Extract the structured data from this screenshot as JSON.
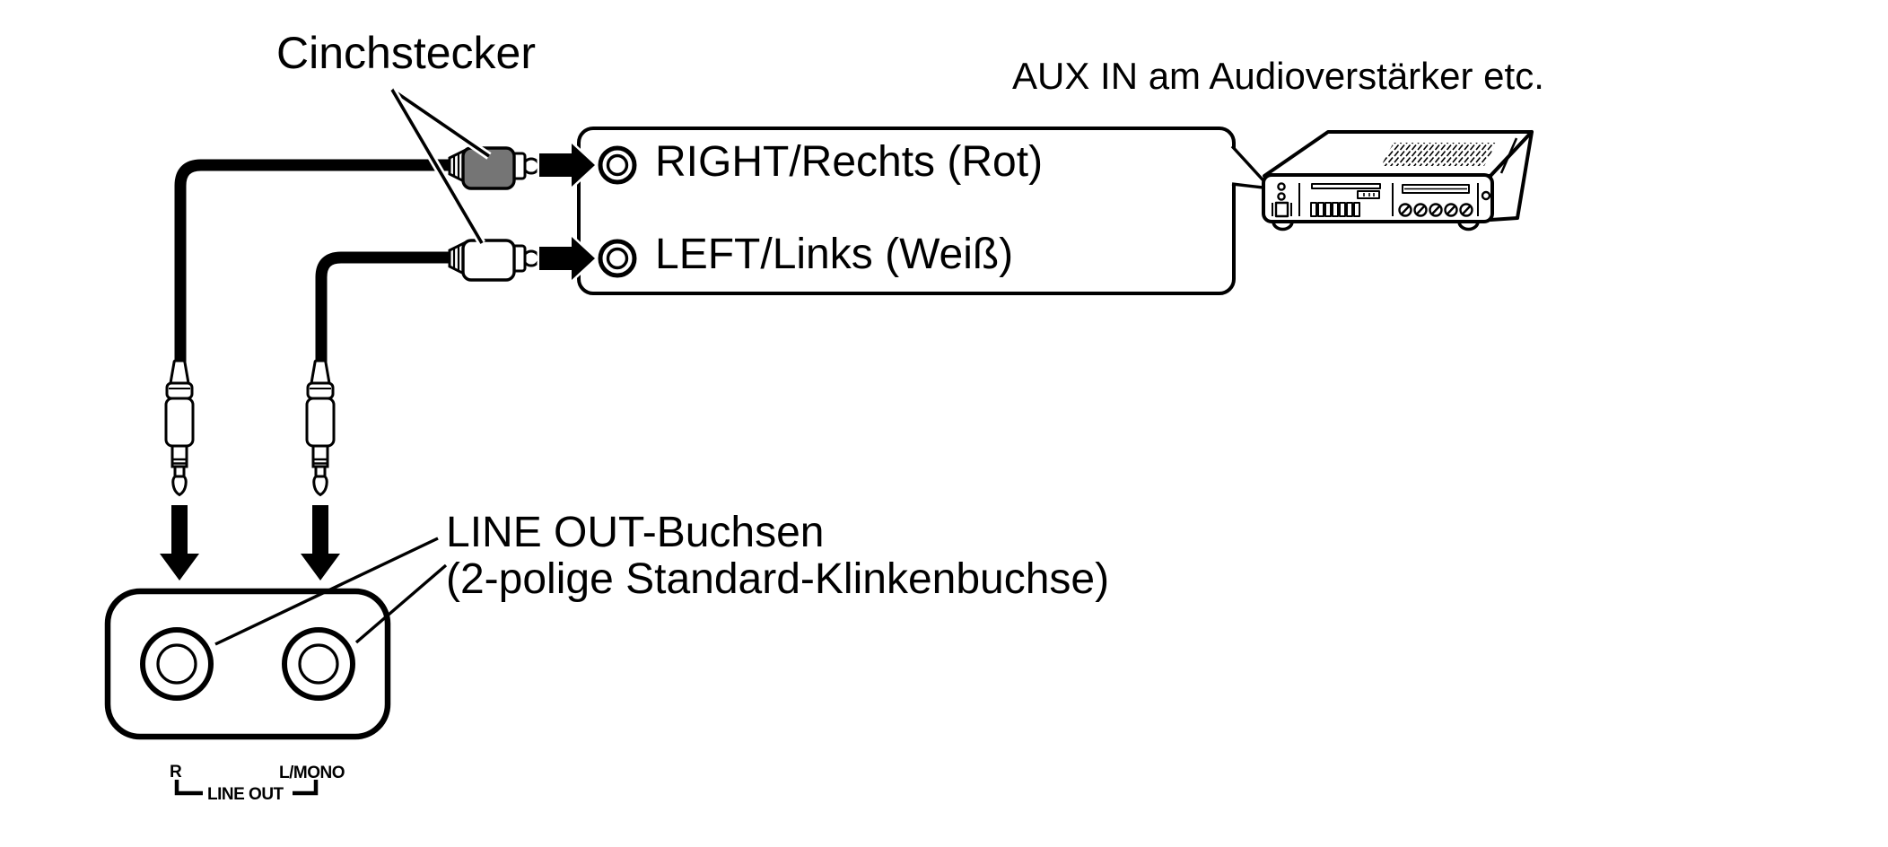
{
  "diagram": {
    "title": "AUX IN am Audioverstärker etc.",
    "colors": {
      "background": "#ffffff",
      "ink": "#000000",
      "rca_red_plug_gray": "#757575"
    },
    "labels": {
      "cinch": "Cinchstecker",
      "right_jack": "RIGHT/Rechts (Rot)",
      "left_jack": "LEFT/Links (Weiß)",
      "lineout_line1": "LINE OUT-Buchsen",
      "lineout_line2": "(2-polige Standard-Klinkenbuchse)",
      "panel_r": "R",
      "panel_lmono": "L/MONO",
      "panel_lineout": "LINE OUT"
    }
  }
}
